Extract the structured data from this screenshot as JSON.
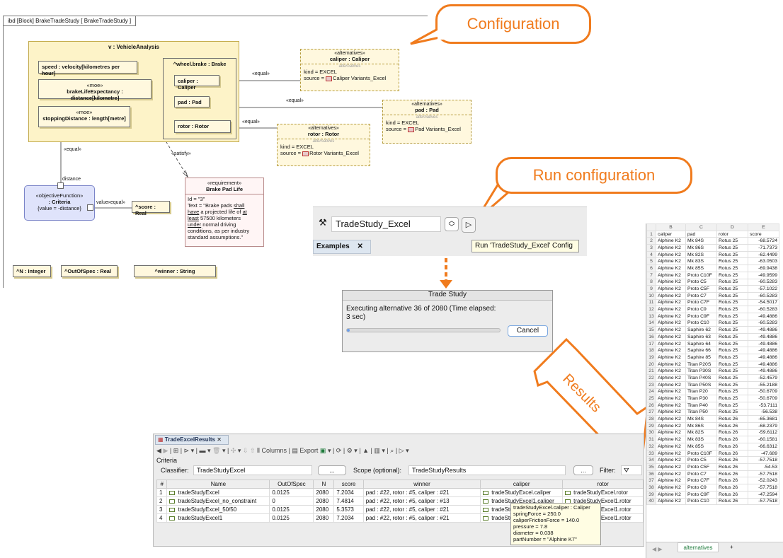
{
  "diagram": {
    "frame_title": "ibd [Block] BrakeTradeStudy [ BrakeTradeStudy ]",
    "vehicle_title": "v : VehicleAnalysis",
    "speed": "speed : velocity[kilometres per hour]",
    "moe1_stereo": "«moe»",
    "brake_life": "brakeLifeExpectancy : distance[kilometre]",
    "moe2_stereo": "«moe»",
    "stopping": "stoppingDistance : length[metre]",
    "wheel_brake": "^wheel.brake : Brake",
    "caliper": "caliper : Caliper",
    "pad": "pad : Pad",
    "rotor": "rotor : Rotor",
    "alt_stereo": "«alternatives»",
    "alt_italic": "alternatives",
    "alt_caliper_name": "caliper : Caliper",
    "alt_caliper_kind": "kind = EXCEL",
    "alt_caliper_source": "Caliper Variants_Excel",
    "alt_pad_name": "pad : Pad",
    "alt_pad_kind": "kind = EXCEL",
    "alt_pad_source": "Pad Variants_Excel",
    "alt_rotor_name": "rotor : Rotor",
    "alt_rotor_kind": "kind = EXCEL",
    "alt_rotor_source": "Rotor Variants_Excel",
    "source_prefix": "source = ",
    "equal": "«equal»",
    "satisfy": "«satisfy»",
    "distance": "distance",
    "value": "value",
    "obj_stereo": "«objectiveFunction»",
    "obj_name": ": Criteria",
    "obj_value": "{value = -distance}",
    "score": "^score : Real",
    "req_stereo": "«requirement»",
    "req_name": "Brake Pad Life",
    "req_id": "Id = \"3\"",
    "req_text_1": "Text = \"Brake pads",
    "req_text_shall": "shall",
    "req_text_have": "have",
    "req_text_2": "a projected life of",
    "req_text_at": "at",
    "req_text_least": "least",
    "req_text_3": "57500 kilometers",
    "req_text_under": "under",
    "req_text_4": "normal driving",
    "req_text_5": "conditions, as per industry",
    "req_text_6": "standard assumptions.\"",
    "n_int": "^N : Integer",
    "outofspec": "^OutOfSpec : Real",
    "winner": "^winner : String"
  },
  "callouts": {
    "configuration": "Configuration",
    "run_configuration": "Run configuration",
    "results": "Results"
  },
  "runbar": {
    "config_name": "TradeStudy_Excel",
    "tab_label": "Examples",
    "tooltip": "Run 'TradeStudy_Excel' Config"
  },
  "dialog": {
    "title": "Trade Study",
    "message": "Executing alternative 36 of 2080 (Time elapsed: 3 sec)",
    "progress": 0.017,
    "cancel": "Cancel"
  },
  "results": {
    "tab": "TradeExcelResults",
    "columns_label": "Columns",
    "export_label": "Export",
    "criteria_label": "Criteria",
    "classifier_label": "Classifier:",
    "classifier_value": "TradeStudyExcel",
    "scope_label": "Scope (optional):",
    "scope_value": "TradeStudyResults",
    "filter_label": "Filter:",
    "ellipsis": "...",
    "headers": [
      "#",
      "Name",
      "OutOfSpec",
      "N",
      "score",
      "winner",
      "caliper",
      "rotor"
    ],
    "rows": [
      [
        "1",
        "tradeStudyExcel",
        "0.0125",
        "2080",
        "7.2034",
        "pad : #22, rotor : #5, caliper : #21",
        "tradeStudyExcel.caliper",
        "tradeStudyExcel.rotor"
      ],
      [
        "2",
        "tradeStudyExcel_no_constraint",
        "0",
        "2080",
        "7.4814",
        "pad : #22, rotor : #5, caliper : #13",
        "tradeStudyExcel1.caliper",
        "tradeStudyExcel1.rotor"
      ],
      [
        "3",
        "tradeStudyExcel_50/50",
        "0.0125",
        "2080",
        "5.3573",
        "pad : #22, rotor : #5, caliper : #21",
        "tradeStudyExcel1.caliper",
        "tradeStudyExcel1.rotor"
      ],
      [
        "4",
        "tradeStudyExcel1",
        "0.0125",
        "2080",
        "7.2034",
        "pad : #22, rotor : #5, caliper : #21",
        "tradeStudyExcel1.caliper",
        "tradeStudyExcel1.rotor"
      ]
    ],
    "tooltip": [
      "tradeStudyExcel.caliper : Caliper",
      "springForce = 250.0",
      "caliperFrictionForce = 140.0",
      "pressure = 7.8",
      "diameter = 0.038",
      "partNumber = \"Alphine K7\""
    ]
  },
  "sheet": {
    "col_letters": [
      "",
      "B",
      "C",
      "D",
      "E"
    ],
    "headers": [
      "caliper",
      "pad",
      "rotor",
      "score"
    ],
    "tab": "alternatives",
    "add_tab": "+",
    "rows": [
      [
        "2",
        "Alphine K2",
        "Mk 84S",
        "Rotus 25",
        "-68.5724"
      ],
      [
        "3",
        "Alphine K2",
        "Mk 86S",
        "Rotus 25",
        "-71.7373"
      ],
      [
        "4",
        "Alphine K2",
        "Mk 82S",
        "Rotus 25",
        "-62.4499"
      ],
      [
        "5",
        "Alphine K2",
        "Mk 83S",
        "Rotus 25",
        "-63.0503"
      ],
      [
        "6",
        "Alphine K2",
        "Mk 85S",
        "Rotus 25",
        "-69.9438"
      ],
      [
        "7",
        "Alphine K2",
        "Proto C10F",
        "Rotus 25",
        "-49.9599"
      ],
      [
        "8",
        "Alphine K2",
        "Proto C5",
        "Rotus 25",
        "-60.5283"
      ],
      [
        "9",
        "Alphine K2",
        "Proto C5F",
        "Rotus 25",
        "-57.1022"
      ],
      [
        "10",
        "Alphine K2",
        "Proto C7",
        "Rotus 25",
        "-60.5283"
      ],
      [
        "11",
        "Alphine K2",
        "Proto C7F",
        "Rotus 25",
        "-54.5017"
      ],
      [
        "12",
        "Alphine K2",
        "Proto C9",
        "Rotus 25",
        "-60.5283"
      ],
      [
        "13",
        "Alphine K2",
        "Proto C9F",
        "Rotus 25",
        "-49.4886"
      ],
      [
        "14",
        "Alphine K2",
        "Proto C10",
        "Rotus 25",
        "-60.5283"
      ],
      [
        "15",
        "Alphine K2",
        "Saphire 62",
        "Rotus 25",
        "-49.4886"
      ],
      [
        "16",
        "Alphine K2",
        "Saphire 63",
        "Rotus 25",
        "-49.4886"
      ],
      [
        "17",
        "Alphine K2",
        "Saphire 64",
        "Rotus 25",
        "-49.4886"
      ],
      [
        "18",
        "Alphine K2",
        "Saphire 66",
        "Rotus 25",
        "-49.4886"
      ],
      [
        "19",
        "Alphine K2",
        "Saphire 85",
        "Rotus 25",
        "-49.4886"
      ],
      [
        "20",
        "Alphine K2",
        "Titan P20S",
        "Rotus 25",
        "-49.4886"
      ],
      [
        "21",
        "Alphine K2",
        "Titan P30S",
        "Rotus 25",
        "-49.4886"
      ],
      [
        "22",
        "Alphine K2",
        "Titan P40S",
        "Rotus 25",
        "-52.4579"
      ],
      [
        "23",
        "Alphine K2",
        "Titan P50S",
        "Rotus 25",
        "-55.2188"
      ],
      [
        "24",
        "Alphine K2",
        "Titan P20",
        "Rotus 25",
        "-50.6709"
      ],
      [
        "25",
        "Alphine K2",
        "Titan P30",
        "Rotus 25",
        "-50.6709"
      ],
      [
        "26",
        "Alphine K2",
        "Titan P40",
        "Rotus 25",
        "-53.7111"
      ],
      [
        "27",
        "Alphine K2",
        "Titan P50",
        "Rotus 25",
        "-56.538"
      ],
      [
        "28",
        "Alphine K2",
        "Mk 84S",
        "Rotus 26",
        "-65.3681"
      ],
      [
        "29",
        "Alphine K2",
        "Mk 86S",
        "Rotus 26",
        "-68.2379"
      ],
      [
        "30",
        "Alphine K2",
        "Mk 82S",
        "Rotus 26",
        "-59.6112"
      ],
      [
        "31",
        "Alphine K2",
        "Mk 83S",
        "Rotus 26",
        "-60.1581"
      ],
      [
        "32",
        "Alphine K2",
        "Mk 85S",
        "Rotus 26",
        "-66.6312"
      ],
      [
        "33",
        "Alphine K2",
        "Proto C10F",
        "Rotus 26",
        "-47.689"
      ],
      [
        "34",
        "Alphine K2",
        "Proto C5",
        "Rotus 26",
        "-57.7518"
      ],
      [
        "35",
        "Alphine K2",
        "Proto C5F",
        "Rotus 26",
        "-54.53"
      ],
      [
        "36",
        "Alphine K2",
        "Proto C7",
        "Rotus 26",
        "-57.7518"
      ],
      [
        "37",
        "Alphine K2",
        "Proto C7F",
        "Rotus 26",
        "-52.0243"
      ],
      [
        "38",
        "Alphine K2",
        "Proto C9",
        "Rotus 26",
        "-57.7518"
      ],
      [
        "39",
        "Alphine K2",
        "Proto C9F",
        "Rotus 26",
        "-47.2594"
      ],
      [
        "40",
        "Alphine K2",
        "Proto C10",
        "Rotus 26",
        "-57.7518"
      ]
    ]
  }
}
